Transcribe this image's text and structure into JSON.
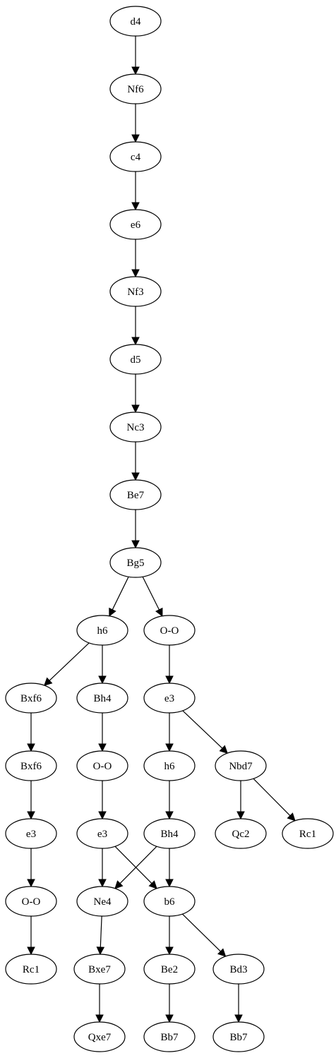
{
  "nodes": [
    {
      "id": "n_d4",
      "label": "d4"
    },
    {
      "id": "n_nf6",
      "label": "Nf6"
    },
    {
      "id": "n_c4",
      "label": "c4"
    },
    {
      "id": "n_e6",
      "label": "e6"
    },
    {
      "id": "n_nf3",
      "label": "Nf3"
    },
    {
      "id": "n_d5",
      "label": "d5"
    },
    {
      "id": "n_nc3",
      "label": "Nc3"
    },
    {
      "id": "n_be7",
      "label": "Be7"
    },
    {
      "id": "n_bg5",
      "label": "Bg5"
    },
    {
      "id": "n_h6a",
      "label": "h6"
    },
    {
      "id": "n_oo_a",
      "label": "O-O"
    },
    {
      "id": "n_bxf6a",
      "label": "Bxf6"
    },
    {
      "id": "n_bh4a",
      "label": "Bh4"
    },
    {
      "id": "n_e3a",
      "label": "e3"
    },
    {
      "id": "n_bxf6b",
      "label": "Bxf6"
    },
    {
      "id": "n_oo_b",
      "label": "O-O"
    },
    {
      "id": "n_h6b",
      "label": "h6"
    },
    {
      "id": "n_nbd7",
      "label": "Nbd7"
    },
    {
      "id": "n_e3b",
      "label": "e3"
    },
    {
      "id": "n_e3c",
      "label": "e3"
    },
    {
      "id": "n_bh4b",
      "label": "Bh4"
    },
    {
      "id": "n_qc2",
      "label": "Qc2"
    },
    {
      "id": "n_rc1a",
      "label": "Rc1"
    },
    {
      "id": "n_oo_c",
      "label": "O-O"
    },
    {
      "id": "n_ne4",
      "label": "Ne4"
    },
    {
      "id": "n_b6",
      "label": "b6"
    },
    {
      "id": "n_rc1b",
      "label": "Rc1"
    },
    {
      "id": "n_bxe7",
      "label": "Bxe7"
    },
    {
      "id": "n_be2",
      "label": "Be2"
    },
    {
      "id": "n_bd3",
      "label": "Bd3"
    },
    {
      "id": "n_qxe7",
      "label": "Qxe7"
    },
    {
      "id": "n_bb7a",
      "label": "Bb7"
    },
    {
      "id": "n_bb7b",
      "label": "Bb7"
    }
  ],
  "edges": [
    [
      "n_d4",
      "n_nf6"
    ],
    [
      "n_nf6",
      "n_c4"
    ],
    [
      "n_c4",
      "n_e6"
    ],
    [
      "n_e6",
      "n_nf3"
    ],
    [
      "n_nf3",
      "n_d5"
    ],
    [
      "n_d5",
      "n_nc3"
    ],
    [
      "n_nc3",
      "n_be7"
    ],
    [
      "n_be7",
      "n_bg5"
    ],
    [
      "n_bg5",
      "n_h6a"
    ],
    [
      "n_bg5",
      "n_oo_a"
    ],
    [
      "n_h6a",
      "n_bxf6a"
    ],
    [
      "n_h6a",
      "n_bh4a"
    ],
    [
      "n_oo_a",
      "n_e3a"
    ],
    [
      "n_bxf6a",
      "n_bxf6b"
    ],
    [
      "n_bh4a",
      "n_oo_b"
    ],
    [
      "n_e3a",
      "n_h6b"
    ],
    [
      "n_e3a",
      "n_nbd7"
    ],
    [
      "n_bxf6b",
      "n_e3b"
    ],
    [
      "n_oo_b",
      "n_e3c"
    ],
    [
      "n_h6b",
      "n_bh4b"
    ],
    [
      "n_nbd7",
      "n_qc2"
    ],
    [
      "n_nbd7",
      "n_rc1a"
    ],
    [
      "n_e3b",
      "n_oo_c"
    ],
    [
      "n_e3c",
      "n_ne4"
    ],
    [
      "n_e3c",
      "n_b6"
    ],
    [
      "n_bh4b",
      "n_ne4"
    ],
    [
      "n_bh4b",
      "n_b6"
    ],
    [
      "n_oo_c",
      "n_rc1b"
    ],
    [
      "n_ne4",
      "n_bxe7"
    ],
    [
      "n_b6",
      "n_be2"
    ],
    [
      "n_b6",
      "n_bd3"
    ],
    [
      "n_bxe7",
      "n_qxe7"
    ],
    [
      "n_be2",
      "n_bb7a"
    ],
    [
      "n_bd3",
      "n_bb7b"
    ]
  ]
}
